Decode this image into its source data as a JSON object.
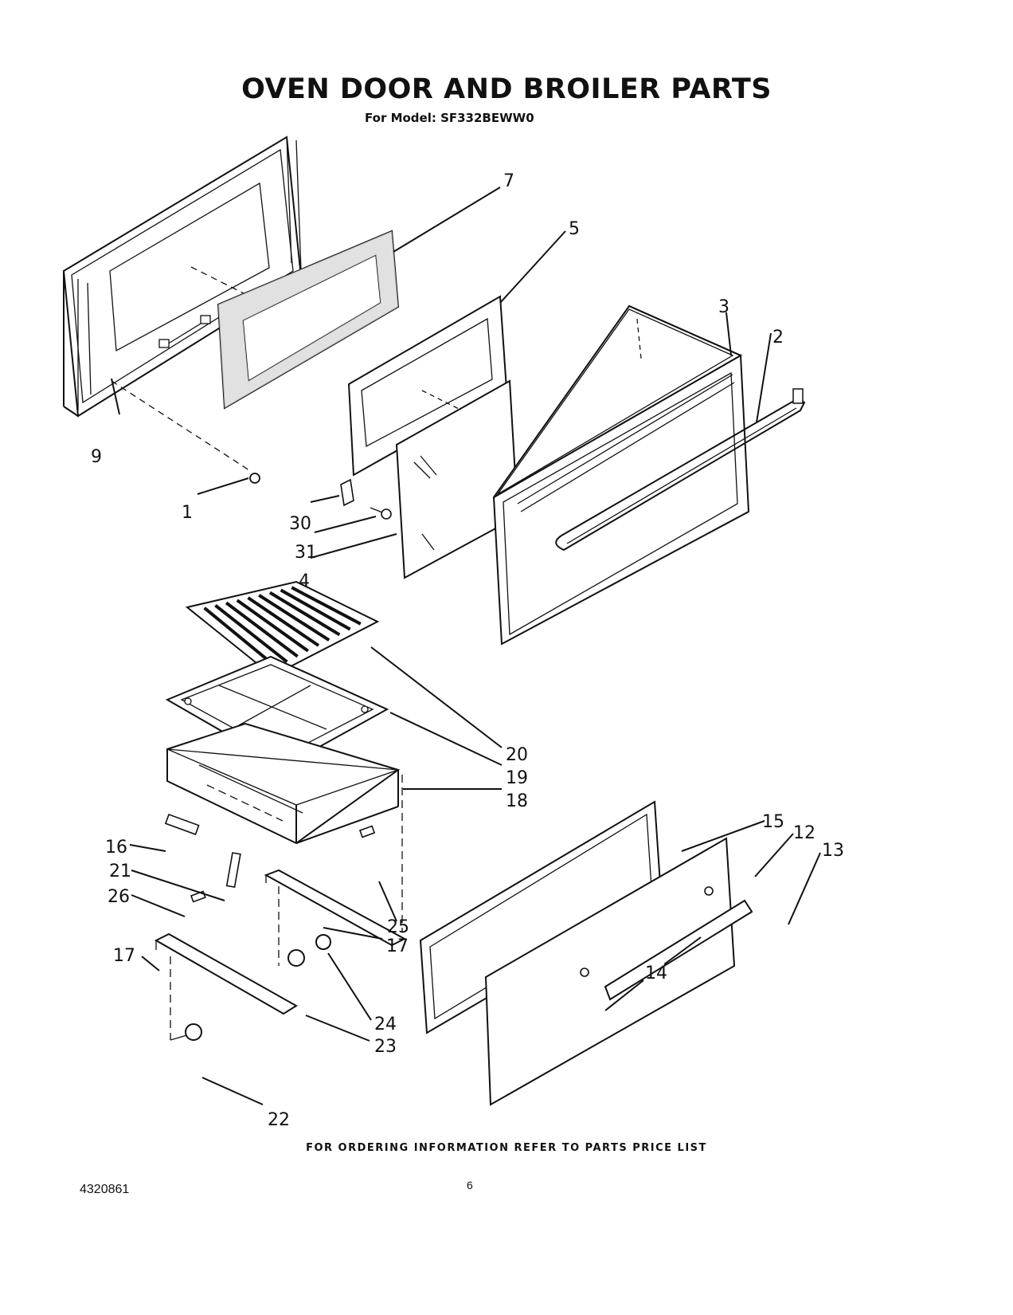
{
  "title": "OVEN DOOR AND BROILER PARTS",
  "subtitle": "For Model: SF332BEWW0",
  "footer_note": "FOR ORDERING INFORMATION REFER TO PARTS PRICE LIST",
  "doc_number": "4320861",
  "page_number": "6",
  "callouts": {
    "c1": "1",
    "c2": "2",
    "c3": "3",
    "c4": "4",
    "c5": "5",
    "c7": "7",
    "c9": "9",
    "c12": "12",
    "c13": "13",
    "c14": "14",
    "c15": "15",
    "c16": "16",
    "c17a": "17",
    "c17b": "17",
    "c18": "18",
    "c19": "19",
    "c20": "20",
    "c21": "21",
    "c22": "22",
    "c23": "23",
    "c24": "24",
    "c25": "25",
    "c26": "26",
    "c30": "30",
    "c31": "31"
  }
}
